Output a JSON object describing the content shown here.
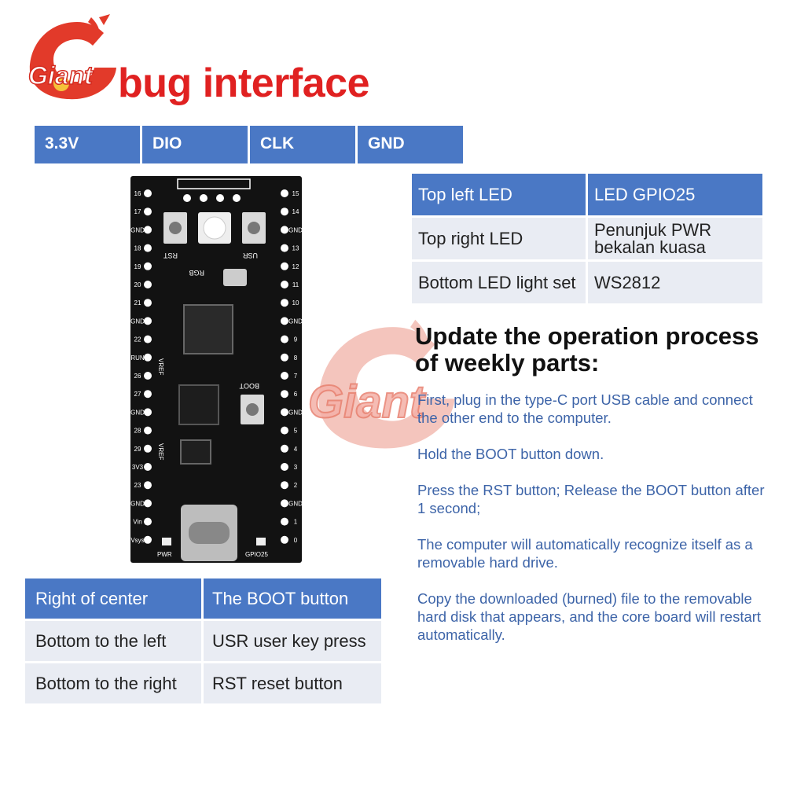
{
  "logo": {
    "text": "Giant"
  },
  "title": "bug interface",
  "debug_pins": [
    "3.3V",
    "DIO",
    "CLK",
    "GND"
  ],
  "led_table": {
    "rows": [
      [
        "Top left LED",
        "LED GPIO25"
      ],
      [
        "Top right LED",
        "Penunjuk PWR bekalan kuasa"
      ],
      [
        "Bottom LED light set",
        "WS2812"
      ]
    ]
  },
  "update": {
    "title": "Update the operation process of weekly parts:",
    "steps": [
      "First, plug in the type-C port USB cable and connect the other end to the computer.",
      "Hold the BOOT button down.",
      "Press the RST button; Release the BOOT button after 1 second;",
      "The computer will automatically recognize itself as a removable hard drive.",
      "Copy the downloaded (burned) file to the removable hard disk that appears, and the core board will restart automatically."
    ]
  },
  "button_table": {
    "rows": [
      [
        "Right of center",
        "The BOOT button"
      ],
      [
        "Bottom to the left",
        "USR user key press"
      ],
      [
        "Bottom to the right",
        "RST reset button"
      ]
    ]
  },
  "board": {
    "left_pins": [
      "16",
      "17",
      "GND",
      "18",
      "19",
      "20",
      "21",
      "GND",
      "22",
      "RUN",
      "26",
      "27",
      "GND",
      "28",
      "29",
      "3V3",
      "23",
      "GND",
      "Vin",
      "Vsys"
    ],
    "right_pins": [
      "15",
      "14",
      "GND",
      "13",
      "12",
      "11",
      "10",
      "GND",
      "9",
      "8",
      "7",
      "6",
      "GND",
      "5",
      "4",
      "3",
      "2",
      "GND",
      "1",
      "0"
    ],
    "labels": {
      "rst": "RST",
      "usr": "USR",
      "rgb": "RGB",
      "boot": "BOOT",
      "vref": "VREF",
      "vref2": "VREF",
      "pwr": "PWR",
      "gpio25": "GPIO25"
    }
  },
  "watermark": {
    "text": "Giant"
  },
  "colors": {
    "accent": "#4a78c5",
    "title_red": "#e02121",
    "step_blue": "#3d64a8",
    "row_bg": "#e9ecf3"
  }
}
